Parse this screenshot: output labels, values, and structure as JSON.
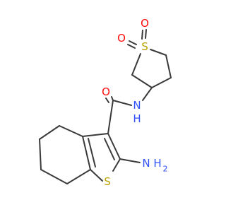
{
  "molecule": {
    "colors": {
      "bond": "#3a3a3a",
      "oxygen": "#ff0d0d",
      "nitrogen": "#3050f8",
      "sulfur": "#b8a000"
    },
    "atoms": {
      "o_sulfone_top": "O",
      "o_sulfone_left": "O",
      "s_sulfone": "S",
      "n_amide": "N",
      "h_amide": "H",
      "o_carbonyl": "O",
      "nh2_n": "N",
      "nh2_h2": "H",
      "nh2_sub": "2",
      "s_thiophene": "S"
    }
  }
}
